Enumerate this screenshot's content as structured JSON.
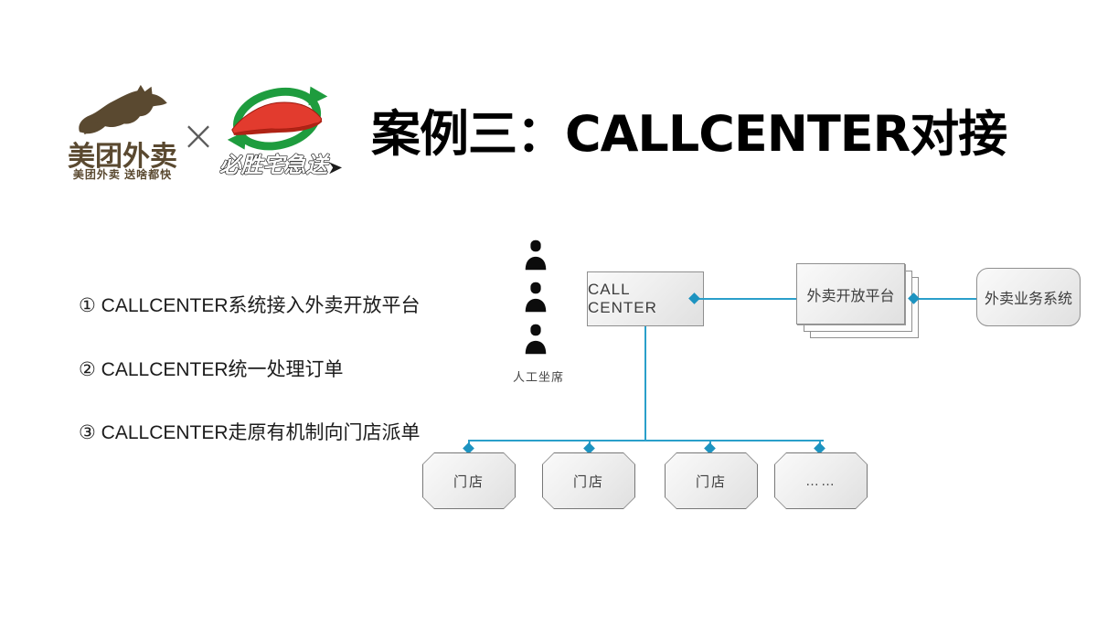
{
  "slide": {
    "title": "案例三：CALLCENTER对接",
    "background": "#ffffff"
  },
  "header": {
    "meituan": {
      "wordmark": "美团外卖",
      "tagline": "美团外卖 送啥都快",
      "brand_color": "#5A4930"
    },
    "cross_symbol": "×",
    "pizzahut": {
      "wordmark": "必胜宅急送",
      "ring_color": "#1E9C3E",
      "hat_color": "#E23B2E"
    }
  },
  "bullets": [
    "① CALLCENTER系统接入外卖开放平台",
    "② CALLCENTER统一处理订单",
    "③ CALLCENTER走原有机制向门店派单"
  ],
  "diagram": {
    "agents_label": "人工坐席",
    "call_center_label": "CALL CENTER",
    "open_platform_label": "外卖开放平台",
    "business_system_label": "外卖业务系统",
    "stores": [
      "门店",
      "门店",
      "门店",
      "……"
    ],
    "connector_color": "#2A9FCA",
    "arrow_color": "#1D93C0"
  }
}
